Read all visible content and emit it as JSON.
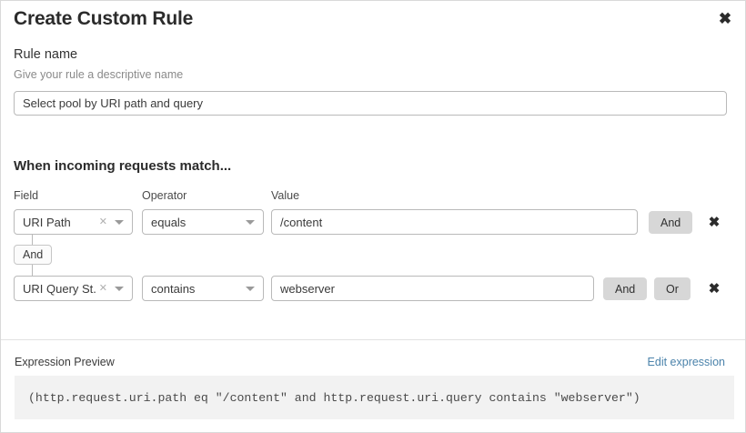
{
  "dialog": {
    "title": "Create Custom Rule",
    "close_icon": "close-icon"
  },
  "rule_name": {
    "label": "Rule name",
    "help": "Give your rule a descriptive name",
    "value": "Select pool by URI path and query",
    "placeholder": ""
  },
  "match_section": {
    "heading": "When incoming requests match...",
    "columns": {
      "field": "Field",
      "operator": "Operator",
      "value": "Value"
    },
    "conditions": [
      {
        "field": "URI Path",
        "operator": "equals",
        "value": "/content",
        "clear_icon": "clear-icon",
        "caret_icon": "chevron-down-icon",
        "logic_buttons": [
          "And"
        ],
        "delete_icon": "close-icon"
      },
      {
        "field": "URI Query St...",
        "operator": "contains",
        "value": "webserver",
        "clear_icon": "clear-icon",
        "caret_icon": "chevron-down-icon",
        "logic_buttons": [
          "And",
          "Or"
        ],
        "delete_icon": "close-icon"
      }
    ],
    "connector_label": "And"
  },
  "expression_preview": {
    "label": "Expression Preview",
    "edit_link": "Edit expression",
    "expression": "(http.request.uri.path eq \"/content\" and http.request.uri.query contains \"webserver\")"
  },
  "colors": {
    "link": "#4b83ab",
    "logic_button_bg": "#d7d7d7",
    "expression_bg": "#f2f2f2",
    "border": "#b9b9b9"
  }
}
